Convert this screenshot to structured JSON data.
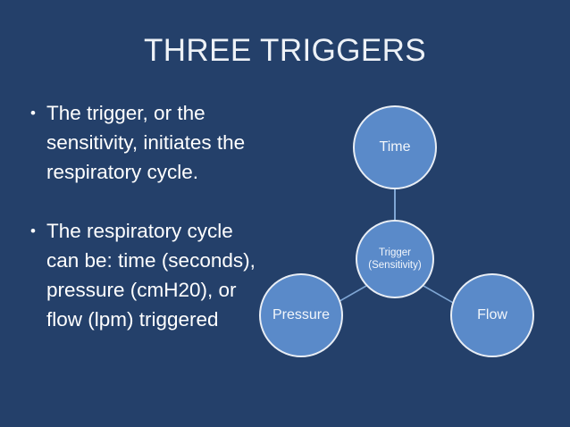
{
  "slide": {
    "title": "THREE TRIGGERS",
    "background_color": "#24406a",
    "node_fill_color": "#5a8ac9",
    "node_stroke_color": "#e9eef5",
    "text_color": "#ffffff",
    "bullet_glyph": "•"
  },
  "body": {
    "bullets": [
      "The trigger, or the sensitivity, initiates the respiratory cycle.",
      "The respiratory cycle can be: time (seconds), pressure (cmH20), or flow (lpm) triggered"
    ]
  },
  "diagram": {
    "center_node": {
      "line1": "Trigger",
      "line2": "(Sensitivity)"
    },
    "nodes": [
      {
        "label": "Time"
      },
      {
        "label": "Pressure"
      },
      {
        "label": "Flow"
      }
    ]
  }
}
